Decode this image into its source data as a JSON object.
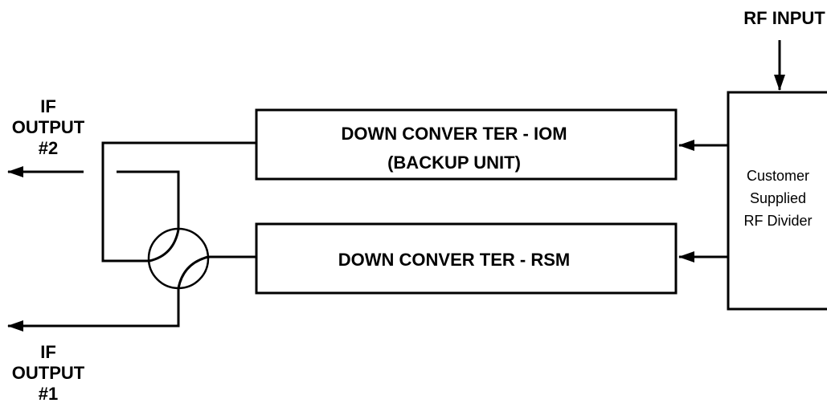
{
  "rf_input": {
    "label": "RF INPUT"
  },
  "divider": {
    "lines": [
      "Customer",
      "Supplied",
      "RF Divider"
    ]
  },
  "converter_iom": {
    "line1": "DOWN CONVER TER - IOM",
    "line2": "(BACKUP UNIT)"
  },
  "converter_rsm": {
    "line1": "DOWN CONVER TER - RSM"
  },
  "if_output_2": {
    "lines": [
      "IF",
      "OUTPUT",
      "#2"
    ]
  },
  "if_output_1": {
    "lines": [
      "IF",
      "OUTPUT",
      "#1"
    ]
  }
}
